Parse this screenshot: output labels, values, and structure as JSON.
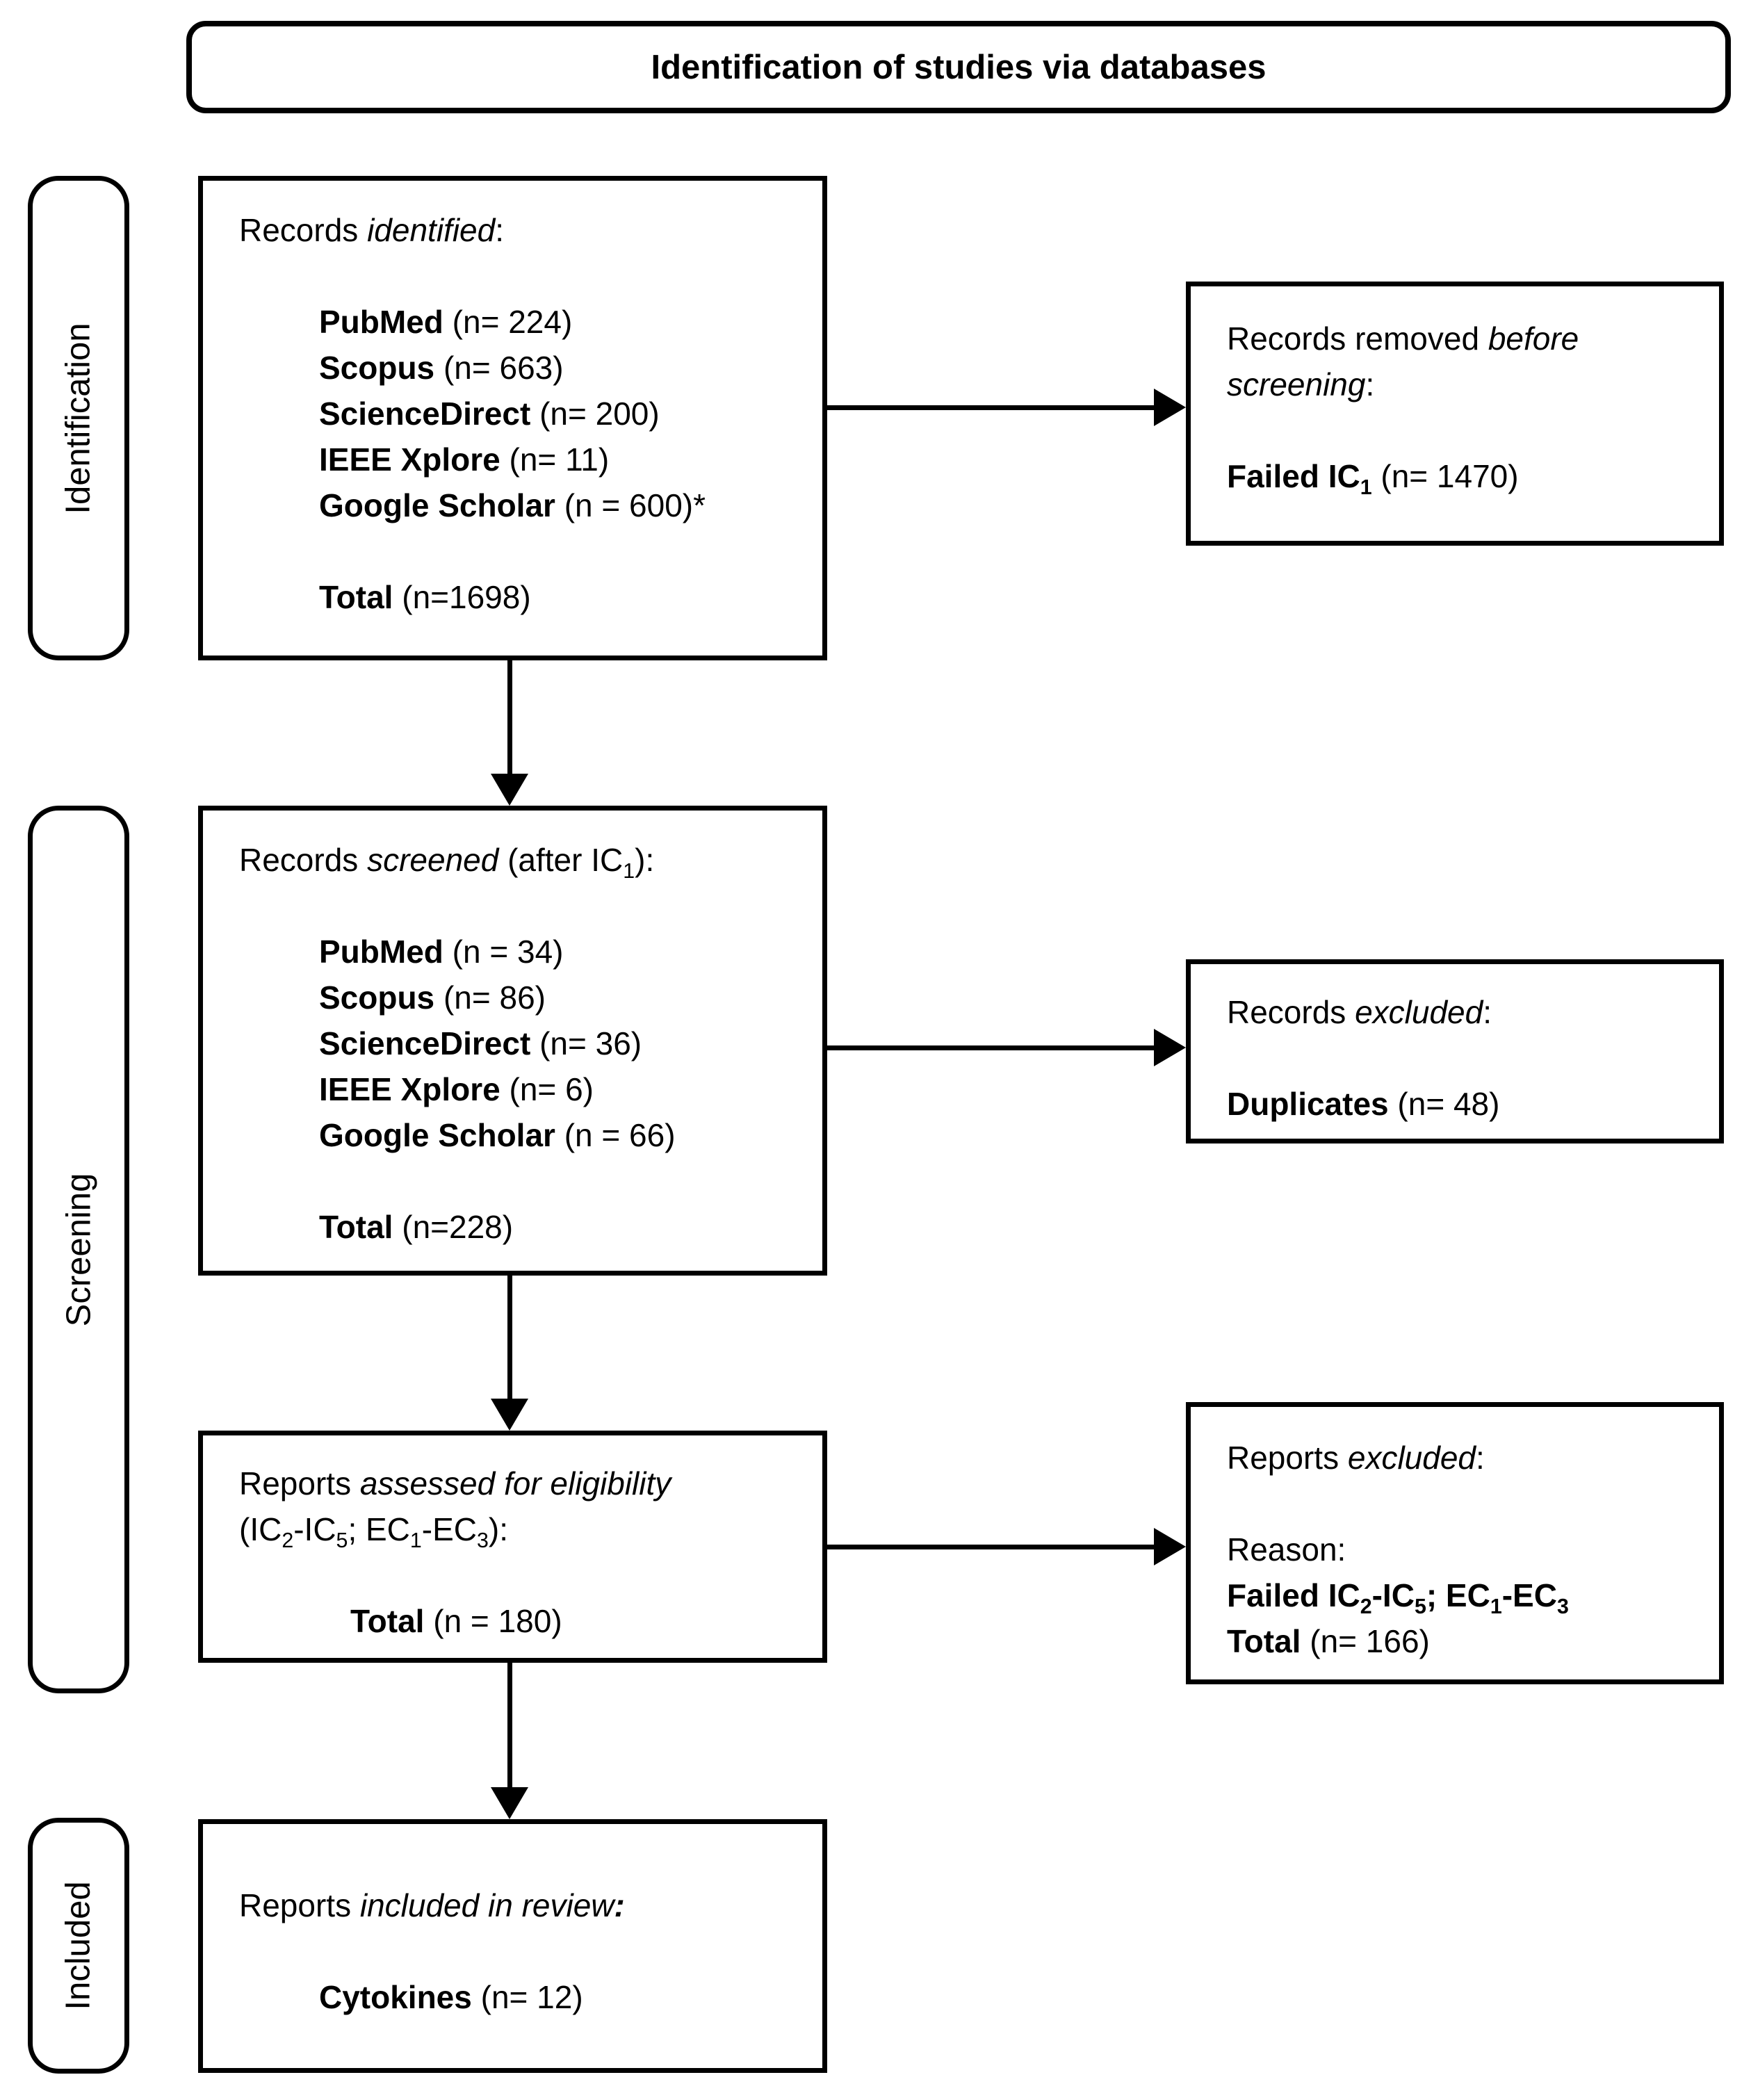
{
  "title": "Identification of studies via databases",
  "rails": {
    "identification": "Identification",
    "screening": "Screening",
    "included": "Included"
  },
  "boxes": {
    "records_identified": {
      "lines": [
        {
          "segs": [
            {
              "t": "Records "
            },
            {
              "t": "identified",
              "i": true
            },
            {
              "t": ":"
            }
          ]
        },
        {
          "blank": true
        },
        {
          "indent": 1,
          "segs": [
            {
              "t": "PubMed ",
              "b": true
            },
            {
              "t": "(n= 224)"
            }
          ]
        },
        {
          "indent": 1,
          "segs": [
            {
              "t": "Scopus ",
              "b": true
            },
            {
              "t": "(n= 663)"
            }
          ]
        },
        {
          "indent": 1,
          "segs": [
            {
              "t": "ScienceDirect ",
              "b": true
            },
            {
              "t": "(n= 200)"
            }
          ]
        },
        {
          "indent": 1,
          "segs": [
            {
              "t": "IEEE Xplore ",
              "b": true
            },
            {
              "t": "(n= 11)"
            }
          ]
        },
        {
          "indent": 1,
          "segs": [
            {
              "t": "Google Scholar ",
              "b": true
            },
            {
              "t": "(n = 600)*"
            }
          ]
        },
        {
          "blank": true
        },
        {
          "indent": 1,
          "segs": [
            {
              "t": "Total ",
              "b": true
            },
            {
              "t": "(n=1698)"
            }
          ]
        }
      ]
    },
    "records_removed": {
      "lines": [
        {
          "segs": [
            {
              "t": "Records removed "
            },
            {
              "t": "before",
              "i": true
            }
          ]
        },
        {
          "segs": [
            {
              "t": "screening",
              "i": true
            },
            {
              "t": ":"
            }
          ]
        },
        {
          "blank": true
        },
        {
          "segs": [
            {
              "t": "Failed IC",
              "b": true
            },
            {
              "t": "1",
              "b": true,
              "sub": true
            },
            {
              "t": " (n= 1470)"
            }
          ]
        }
      ]
    },
    "records_screened": {
      "lines": [
        {
          "segs": [
            {
              "t": "Records "
            },
            {
              "t": "screened",
              "i": true
            },
            {
              "t": " (after IC"
            },
            {
              "t": "1",
              "sub": true
            },
            {
              "t": "):"
            }
          ]
        },
        {
          "blank": true
        },
        {
          "indent": 1,
          "segs": [
            {
              "t": "PubMed ",
              "b": true
            },
            {
              "t": "(n = 34)"
            }
          ]
        },
        {
          "indent": 1,
          "segs": [
            {
              "t": "Scopus ",
              "b": true
            },
            {
              "t": "(n= 86)"
            }
          ]
        },
        {
          "indent": 1,
          "segs": [
            {
              "t": "ScienceDirect ",
              "b": true
            },
            {
              "t": "(n= 36)"
            }
          ]
        },
        {
          "indent": 1,
          "segs": [
            {
              "t": "IEEE Xplore ",
              "b": true
            },
            {
              "t": "(n= 6)"
            }
          ]
        },
        {
          "indent": 1,
          "segs": [
            {
              "t": "Google Scholar ",
              "b": true
            },
            {
              "t": "(n = 66)"
            }
          ]
        },
        {
          "blank": true
        },
        {
          "indent": 1,
          "segs": [
            {
              "t": "Total ",
              "b": true
            },
            {
              "t": "(n=228)"
            }
          ]
        }
      ]
    },
    "records_excluded": {
      "lines": [
        {
          "segs": [
            {
              "t": "Records "
            },
            {
              "t": "excluded",
              "i": true
            },
            {
              "t": ":"
            }
          ]
        },
        {
          "blank": true
        },
        {
          "segs": [
            {
              "t": "Duplicates ",
              "b": true
            },
            {
              "t": "(n= 48)"
            }
          ]
        }
      ]
    },
    "reports_assessed": {
      "lines": [
        {
          "segs": [
            {
              "t": "Reports "
            },
            {
              "t": "assessed for eligibility",
              "i": true
            }
          ]
        },
        {
          "segs": [
            {
              "t": "(IC"
            },
            {
              "t": "2",
              "sub": true
            },
            {
              "t": "-IC"
            },
            {
              "t": "5",
              "sub": true
            },
            {
              "t": "; EC"
            },
            {
              "t": "1",
              "sub": true
            },
            {
              "t": "-EC"
            },
            {
              "t": "3",
              "sub": true
            },
            {
              "t": "):"
            }
          ]
        },
        {
          "blank": true
        },
        {
          "indent": 2,
          "segs": [
            {
              "t": "Total ",
              "b": true
            },
            {
              "t": "(n = 180)"
            }
          ]
        }
      ]
    },
    "reports_excluded": {
      "lines": [
        {
          "segs": [
            {
              "t": "Reports "
            },
            {
              "t": "excluded",
              "i": true
            },
            {
              "t": ":"
            }
          ]
        },
        {
          "blank": true
        },
        {
          "segs": [
            {
              "t": "Reason:"
            }
          ]
        },
        {
          "segs": [
            {
              "t": "Failed IC",
              "b": true
            },
            {
              "t": "2",
              "b": true,
              "sub": true
            },
            {
              "t": "-IC",
              "b": true
            },
            {
              "t": "5",
              "b": true,
              "sub": true
            },
            {
              "t": "; EC",
              "b": true
            },
            {
              "t": "1",
              "b": true,
              "sub": true
            },
            {
              "t": "-EC",
              "b": true
            },
            {
              "t": "3",
              "b": true,
              "sub": true
            }
          ]
        },
        {
          "segs": [
            {
              "t": "Total ",
              "b": true
            },
            {
              "t": "(n= 166)"
            }
          ]
        }
      ]
    },
    "reports_included": {
      "lines": [
        {
          "segs": [
            {
              "t": "Reports "
            },
            {
              "t": "included in review",
              "i": true
            },
            {
              "t": ":",
              "b": true,
              "i": true
            }
          ]
        },
        {
          "blank": true
        },
        {
          "indent": 1,
          "segs": [
            {
              "t": "Cytokines ",
              "b": true
            },
            {
              "t": "(n= 12)"
            }
          ]
        }
      ]
    }
  }
}
